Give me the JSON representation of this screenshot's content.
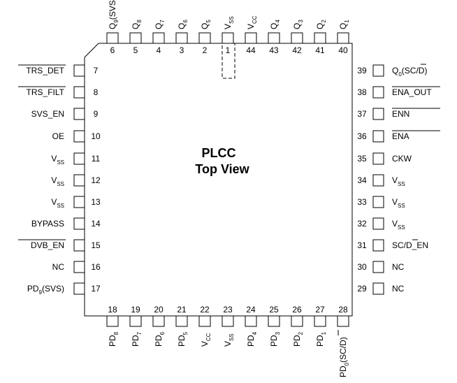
{
  "title": {
    "line1": "PLCC",
    "line2": "Top View"
  },
  "pins": {
    "top": [
      {
        "num": "6",
        "base": "Q",
        "sub": "9",
        "tail": "(SVS"
      },
      {
        "num": "5",
        "base": "Q",
        "sub": "8",
        "tail": ""
      },
      {
        "num": "4",
        "base": "Q",
        "sub": "7",
        "tail": ""
      },
      {
        "num": "3",
        "base": "Q",
        "sub": "6",
        "tail": ""
      },
      {
        "num": "2",
        "base": "Q",
        "sub": "5",
        "tail": ""
      },
      {
        "num": "1",
        "base": "V",
        "sub": "SS",
        "tail": ""
      },
      {
        "num": "44",
        "base": "V",
        "sub": "CC",
        "tail": ""
      },
      {
        "num": "43",
        "base": "Q",
        "sub": "4",
        "tail": ""
      },
      {
        "num": "42",
        "base": "Q",
        "sub": "3",
        "tail": ""
      },
      {
        "num": "41",
        "base": "Q",
        "sub": "2",
        "tail": ""
      },
      {
        "num": "40",
        "base": "Q",
        "sub": "1",
        "tail": ""
      }
    ],
    "left": [
      {
        "num": "7",
        "text": "TRS_DET",
        "overline": true
      },
      {
        "num": "8",
        "text": "TRS_FILT",
        "overline": true
      },
      {
        "num": "9",
        "text": "SVS_EN",
        "overline": false
      },
      {
        "num": "10",
        "text": "OE",
        "overline": false
      },
      {
        "num": "11",
        "base": "V",
        "sub": "SS"
      },
      {
        "num": "12",
        "base": "V",
        "sub": "SS"
      },
      {
        "num": "13",
        "base": "V",
        "sub": "SS"
      },
      {
        "num": "14",
        "text": "BYPASS",
        "overline": false
      },
      {
        "num": "15",
        "text": "DVB_EN",
        "overline": true
      },
      {
        "num": "16",
        "text": "NC",
        "overline": false
      },
      {
        "num": "17",
        "base": "PD",
        "sub": "9",
        "tail": "(SVS)"
      }
    ],
    "right": [
      {
        "num": "39",
        "base": "Q",
        "sub": "0",
        "tail": "(SC/D)",
        "overline_tail_char": "D"
      },
      {
        "num": "38",
        "text": "ENA_OUT",
        "overline": true
      },
      {
        "num": "37",
        "text": "ENN",
        "overline": true
      },
      {
        "num": "36",
        "text": "ENA",
        "overline": true
      },
      {
        "num": "35",
        "text": "CKW",
        "overline": false
      },
      {
        "num": "34",
        "base": "V",
        "sub": "SS"
      },
      {
        "num": "33",
        "base": "V",
        "sub": "SS"
      },
      {
        "num": "32",
        "base": "V",
        "sub": "SS"
      },
      {
        "num": "31",
        "text": "SC/D_EN",
        "overline_char": "D"
      },
      {
        "num": "30",
        "text": "NC",
        "overline": false
      },
      {
        "num": "29",
        "text": "NC",
        "overline": false
      }
    ],
    "bottom": [
      {
        "num": "18",
        "base": "PD",
        "sub": "8",
        "tail": ""
      },
      {
        "num": "19",
        "base": "PD",
        "sub": "7",
        "tail": ""
      },
      {
        "num": "20",
        "base": "PD",
        "sub": "6",
        "tail": ""
      },
      {
        "num": "21",
        "base": "PD",
        "sub": "5",
        "tail": ""
      },
      {
        "num": "22",
        "base": "V",
        "sub": "CC",
        "tail": ""
      },
      {
        "num": "23",
        "base": "V",
        "sub": "SS",
        "tail": ""
      },
      {
        "num": "24",
        "base": "PD",
        "sub": "4",
        "tail": ""
      },
      {
        "num": "25",
        "base": "PD",
        "sub": "3",
        "tail": ""
      },
      {
        "num": "26",
        "base": "PD",
        "sub": "2",
        "tail": ""
      },
      {
        "num": "27",
        "base": "PD",
        "sub": "1",
        "tail": ""
      },
      {
        "num": "28",
        "base": "PD",
        "sub": "0",
        "tail": "(SC/D)",
        "overline_tail_char": "D"
      }
    ]
  }
}
